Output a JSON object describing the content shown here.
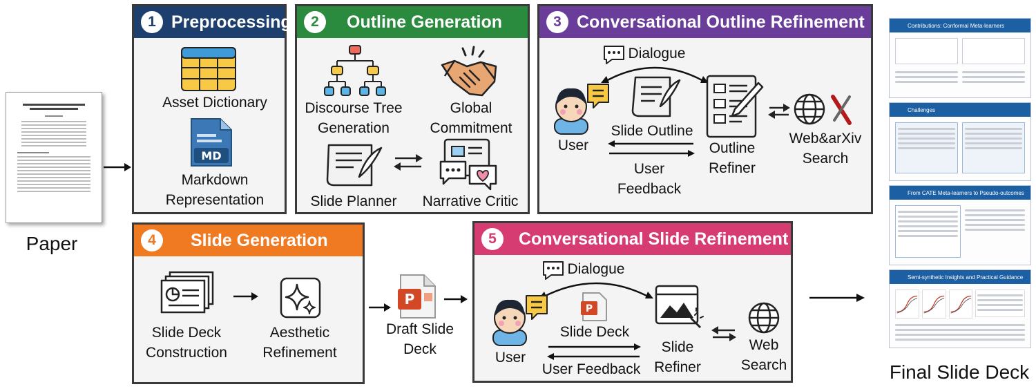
{
  "paper": {
    "label": "Paper"
  },
  "final": {
    "label": "Final Slide Deck"
  },
  "colors": {
    "preprocessing": "#1c3f6e",
    "outline": "#2a8a3e",
    "refinement": "#6a3d9a",
    "slide_gen": "#ef7a21",
    "slide_ref": "#d63c72"
  },
  "panels": {
    "preprocessing": {
      "number": "1",
      "title": "Preprocessing",
      "asset_dictionary": "Asset Dictionary",
      "markdown_line1": "Markdown",
      "markdown_line2": "Representation"
    },
    "outline": {
      "number": "2",
      "title": "Outline Generation",
      "discourse_line1": "Discourse Tree",
      "discourse_line2": "Generation",
      "global_line1": "Global",
      "global_line2": "Commitment",
      "slide_planner": "Slide Planner",
      "narrative_critic": "Narrative Critic"
    },
    "outline_refinement": {
      "number": "3",
      "title": "Conversational Outline Refinement",
      "dialogue": "Dialogue",
      "user": "User",
      "slide_outline": "Slide Outline",
      "user_feedback_line1": "User",
      "user_feedback_line2": "Feedback",
      "outline_refiner_line1": "Outline",
      "outline_refiner_line2": "Refiner",
      "search_line1": "Web&arXiv",
      "search_line2": "Search"
    },
    "slide_generation": {
      "number": "4",
      "title": "Slide Generation",
      "construction_line1": "Slide Deck",
      "construction_line2": "Construction",
      "aesthetic_line1": "Aesthetic",
      "aesthetic_line2": "Refinement"
    },
    "draft": {
      "line1": "Draft Slide",
      "line2": "Deck"
    },
    "slide_refinement": {
      "number": "5",
      "title": "Conversational Slide Refinement",
      "dialogue": "Dialogue",
      "user": "User",
      "slide_deck": "Slide Deck",
      "user_feedback": "User Feedback",
      "slide_refiner_line1": "Slide",
      "slide_refiner_line2": "Refiner",
      "search_line1": "Web",
      "search_line2": "Search"
    }
  },
  "slides": [
    {
      "title": "Contributions: Conformal Meta-learners"
    },
    {
      "title": "Challenges"
    },
    {
      "title": "From CATE Meta-learners to Pseudo-outcomes"
    },
    {
      "title": "Semi-synthetic Insights and Practical Guidance"
    }
  ]
}
